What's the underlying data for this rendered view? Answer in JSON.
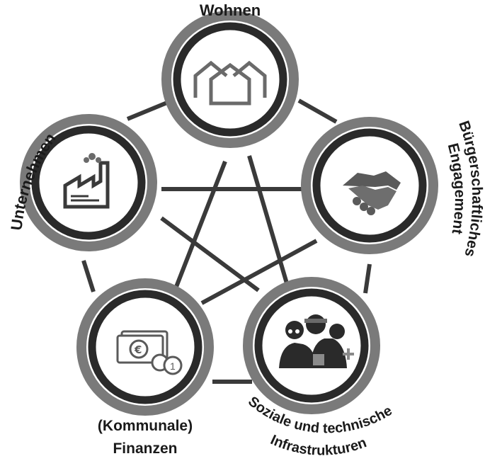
{
  "diagram": {
    "nodes": [
      {
        "id": "wohnen",
        "label": "Wohnen",
        "icon": "houses-icon"
      },
      {
        "id": "buerger",
        "label_line1": "Bürgerschaftliches",
        "label_line2": "Engagement",
        "icon": "handshake-icon"
      },
      {
        "id": "soziale",
        "label_line1": "Soziale und technische",
        "label_line2": "Infrastrukturen",
        "icon": "workers-icon"
      },
      {
        "id": "finanzen",
        "label_line1": "(Kommunale)",
        "label_line2": "Finanzen",
        "icon": "money-icon"
      },
      {
        "id": "unternehmen",
        "label": "Unternehmen",
        "icon": "factory-icon"
      }
    ],
    "colors": {
      "ring_outer": "#7a7a7a",
      "ring_inner": "#2a2a2a",
      "connector": "#3a3a3a",
      "text": "#1a1a1a"
    }
  }
}
